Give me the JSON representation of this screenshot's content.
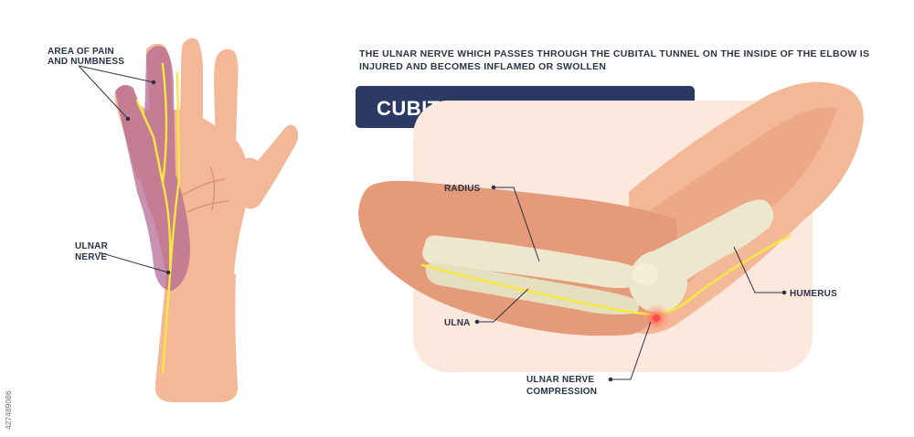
{
  "title": "CUBITAL TUNNEL SYNDROME",
  "caption": {
    "line1": "THE ULNAR NERVE WHICH PASSES THROUGH THE CUBITAL TUNNEL ON THE INSIDE OF THE ELBOW IS",
    "line2": "INJURED AND BECOMES INFLAMED OR SWOLLEN"
  },
  "hand_labels": {
    "pain_line1": "AREA OF PAIN",
    "pain_line2": "AND NUMBNESS",
    "nerve_line1": "ULNAR",
    "nerve_line2": "NERVE"
  },
  "arm_labels": {
    "radius": "RADIUS",
    "humerus": "HUMERUS",
    "ulna": "ULNA",
    "compression_line1": "ULNAR NERVE",
    "compression_line2": "COMPRESSION"
  },
  "stock_id": "427489086",
  "colors": {
    "skin": "#f3b898",
    "skin_dark": "#e59a7a",
    "panel": "#fde8de",
    "pain_area": "#b36693",
    "nerve": "#f6e742",
    "bone": "#ede8cd",
    "title_bg": "#2b3a63",
    "text": "#2b3346",
    "compression": "#ff4d4d"
  }
}
